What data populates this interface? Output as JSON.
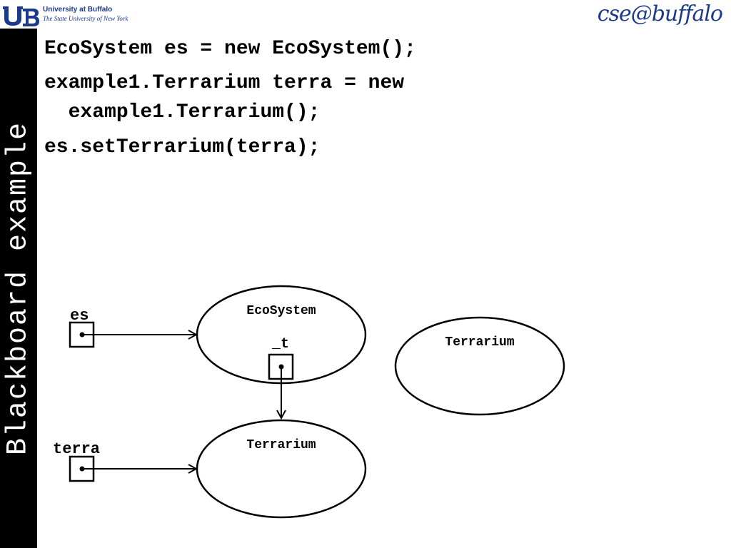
{
  "header": {
    "ub_name": "University at Buffalo",
    "ub_subtitle": "The State University of New York",
    "cse_logo": "cse@buffalo"
  },
  "sidebar": {
    "title": "Blackboard example"
  },
  "code": {
    "line1": "EcoSystem es = new EcoSystem();",
    "line2a": "example1.Terrarium terra = new",
    "line2b": "  example1.Terrarium();",
    "line3": "es.setTerrarium(terra);"
  },
  "diagram": {
    "var_es": "es",
    "var_terra": "terra",
    "ecosystem_label": "EcoSystem",
    "field_t": "_t",
    "terrarium_label_1": "Terrarium",
    "terrarium_label_2": "Terrarium"
  },
  "colors": {
    "brand_blue": "#1b3a8c",
    "sidebar_bg": "#000000"
  }
}
